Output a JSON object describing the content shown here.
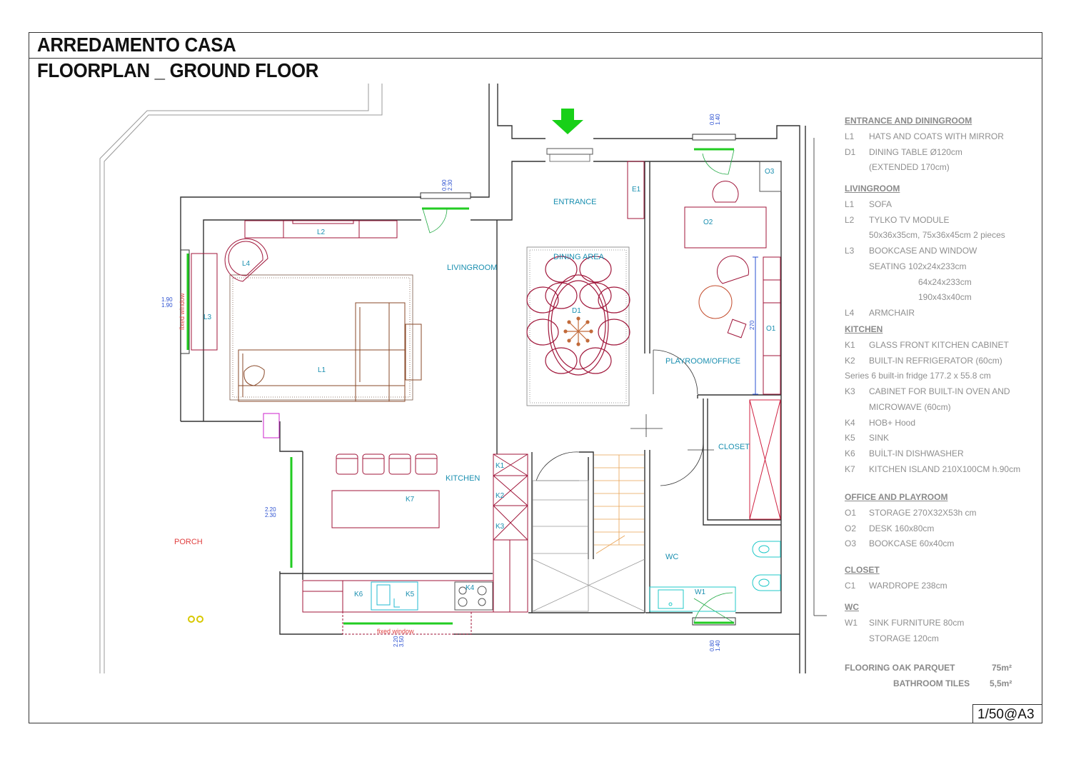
{
  "header": {
    "title": "ARREDAMENTO CASA",
    "subtitle": "FLOORPLAN _ GROUND FLOOR"
  },
  "scale": "1/50@A3",
  "rooms": {
    "livingroom": "LIVINGROOM",
    "entrance": "ENTRANCE",
    "dining_area": "DINING AREA",
    "kitchen": "KITCHEN",
    "playroom_office": "PLAYROOM/OFFICE",
    "closet": "CLOSET",
    "wc": "WC",
    "porch": "PORCH"
  },
  "tags": {
    "L1": "L1",
    "L2": "L2",
    "L3": "L3",
    "L4": "L4",
    "E1": "E1",
    "D1": "D1",
    "O1": "O1",
    "O2": "O2",
    "O3": "O3",
    "K1": "K1",
    "K2": "K2",
    "K3": "K3",
    "K5": "K5",
    "K6": "K6",
    "K7": "K7",
    "K4": "K4",
    "W1": "W1"
  },
  "annotations": {
    "fixed_window_left": "fixed  window",
    "fixed_window_bottom": "fixed  window",
    "dim_left_a": "1.90",
    "dim_left_b": "1.90",
    "dim_porch_a": "2.20",
    "dim_porch_b": "2.30",
    "dim_top_liv_a": "0.90",
    "dim_top_liv_b": "2.30",
    "dim_top_off_a": "0.80",
    "dim_top_off_b": "1.40",
    "dim_bot_wc_a": "0.80",
    "dim_bot_wc_b": "1.40",
    "dim_bot_kit_a": "2.20",
    "dim_bot_kit_b": "3.50",
    "dim_storage": "270"
  },
  "legend": {
    "sections": [
      {
        "title": "ENTRANCE AND DININGROOM",
        "rows": [
          {
            "code": "L1",
            "text": "HATS AND COATS WITH MIRROR"
          },
          {
            "code": "D1",
            "text": "DINING TABLE Ø120cm"
          },
          {
            "code": "",
            "text": "(EXTENDED 170cm)"
          }
        ]
      },
      {
        "title": "LIVINGROOM",
        "rows": [
          {
            "code": "L1",
            "text": "SOFA"
          },
          {
            "code": "L2",
            "text": "TYLKO TV MODULE"
          },
          {
            "code": "",
            "text": "50x36x35cm, 75x36x45cm 2 pieces"
          },
          {
            "code": "L3",
            "text": "BOOKCASE AND WINDOW"
          },
          {
            "code": "",
            "text": "SEATING  102x24x233cm"
          },
          {
            "code": "",
            "text": "64x24x233cm"
          },
          {
            "code": "",
            "text": "190x43x40cm"
          },
          {
            "code": "L4",
            "text": "ARMCHAIR"
          }
        ]
      },
      {
        "title": "KITCHEN",
        "rows": [
          {
            "code": "K1",
            "text": "GLASS FRONT KITCHEN CABINET"
          },
          {
            "code": "K2",
            "text": "BUILT-IN REFRIGERATOR (60cm)"
          },
          {
            "code": "",
            "text": "Series 6 built-in fridge 177.2 x 55.8 cm"
          },
          {
            "code": "K3",
            "text": "CABINET FOR BUILT-IN OVEN AND"
          },
          {
            "code": "",
            "text": "MICROWAVE (60cm)"
          },
          {
            "code": "K4",
            "text": "HOB+ Hood"
          },
          {
            "code": "K5",
            "text": "SINK"
          },
          {
            "code": "K6",
            "text": "BUİLT-IN DISHWASHER"
          },
          {
            "code": "K7",
            "text": "KITCHEN ISLAND 210X100CM h.90cm"
          }
        ]
      },
      {
        "title": "OFFICE AND PLAYROOM",
        "rows": [
          {
            "code": "O1",
            "text": "STORAGE 270X32X53h cm"
          },
          {
            "code": "O2",
            "text": "DESK 160x80cm"
          },
          {
            "code": "O3",
            "text": "BOOKCASE 60x40cm"
          }
        ]
      },
      {
        "title": "CLOSET",
        "rows": [
          {
            "code": "C1",
            "text": "WARDROPE 238cm"
          }
        ]
      },
      {
        "title": "WC",
        "rows": [
          {
            "code": "W1",
            "text": "SINK FURNITURE 80cm"
          },
          {
            "code": "",
            "text": "STORAGE 120cm"
          }
        ]
      }
    ],
    "flooring": [
      {
        "label": "FLOORING OAK PARQUET",
        "value": "75m²"
      },
      {
        "label": "BATHROOM TILES",
        "value": "5,5m²"
      }
    ]
  },
  "colors": {
    "walls": "#333333",
    "furniture": "#a0163a",
    "sofa": "#8a4a2a",
    "tag": "#1a8fb0",
    "window": "#22cc22",
    "arrow": "#18d018",
    "dimension": "#2a4fd0",
    "porch": "#e04040",
    "closet_cabinet": "#d02040",
    "wc_fixture": "#20c8c8"
  }
}
